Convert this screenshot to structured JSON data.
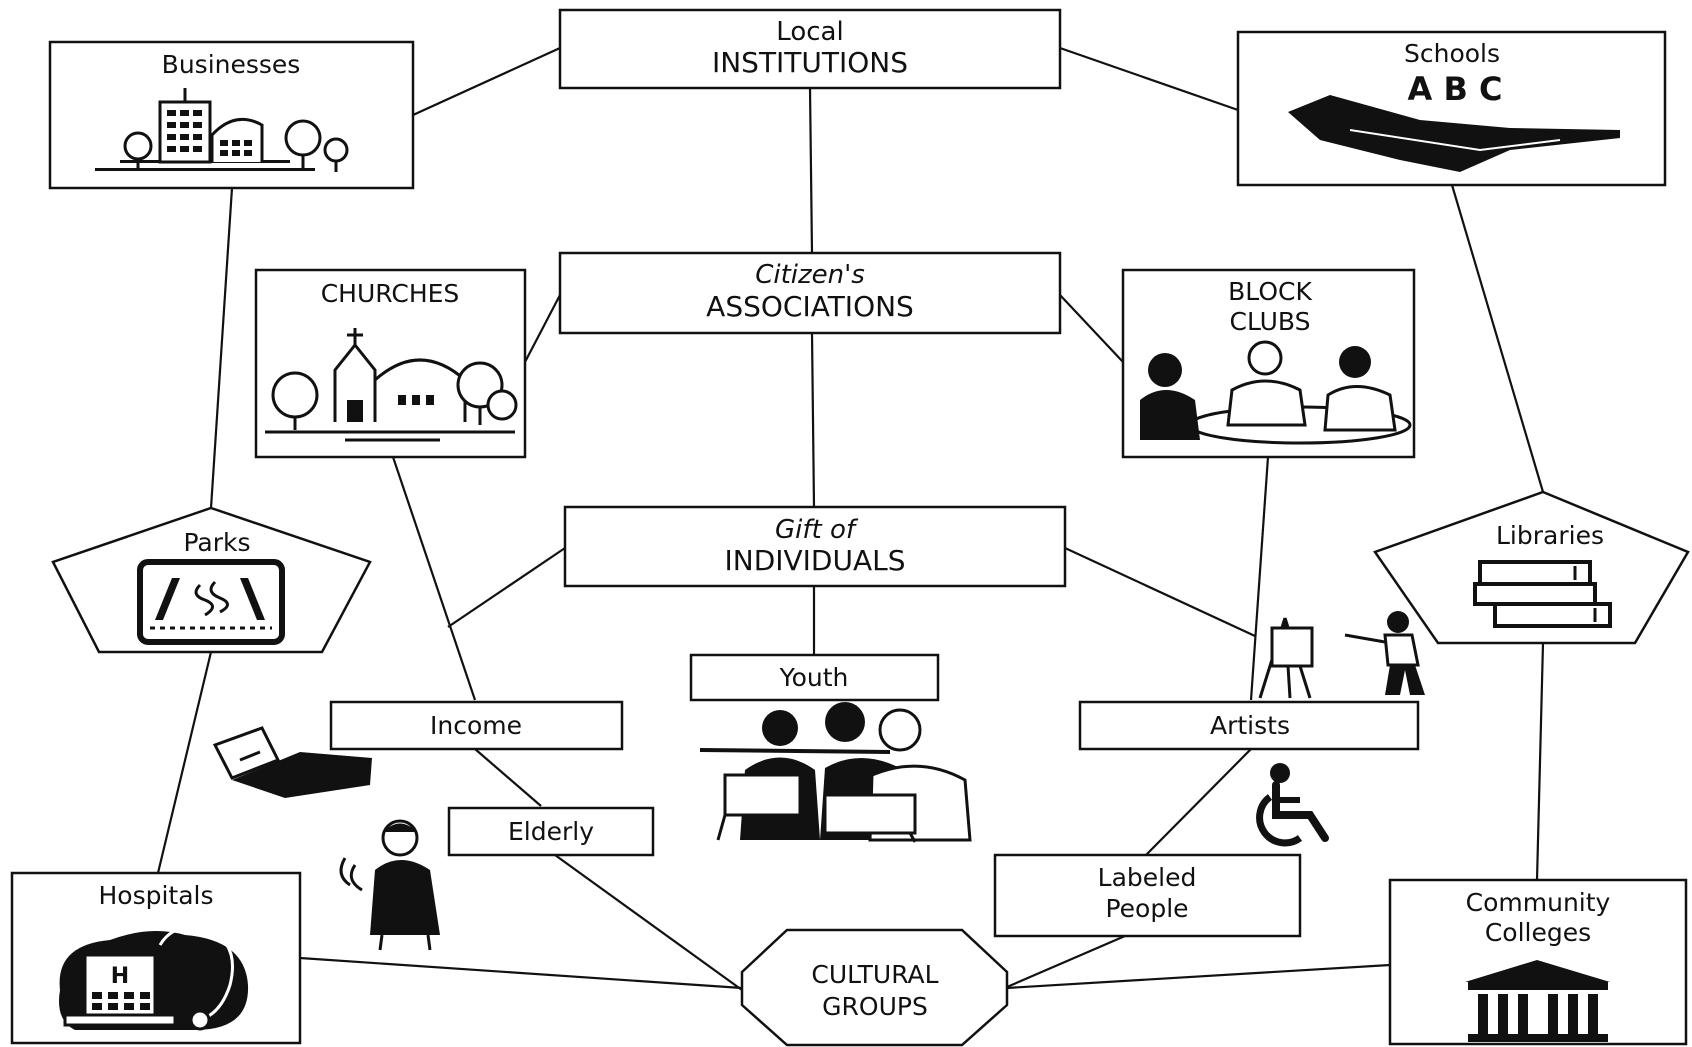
{
  "nodes": {
    "local_institutions": {
      "line1": "Local",
      "line2": "INSTITUTIONS"
    },
    "businesses": {
      "label": "Businesses"
    },
    "schools": {
      "label": "Schools",
      "icon_text": "A B C"
    },
    "citizens_associations": {
      "line1": "Citizen's",
      "line2": "ASSOCIATIONS"
    },
    "churches": {
      "label": "CHURCHES"
    },
    "block_clubs": {
      "line1": "BLOCK",
      "line2": "CLUBS"
    },
    "gift_of_individuals": {
      "line1": "Gift of",
      "line2": "INDIVIDUALS"
    },
    "parks": {
      "label": "Parks"
    },
    "libraries": {
      "label": "Libraries"
    },
    "youth": {
      "label": "Youth"
    },
    "income": {
      "label": "Income"
    },
    "artists": {
      "label": "Artists"
    },
    "elderly": {
      "label": "Elderly"
    },
    "labeled_people": {
      "line1": "Labeled",
      "line2": "People"
    },
    "hospitals": {
      "label": "Hospitals",
      "icon_text": "H"
    },
    "community_colleges": {
      "line1": "Community",
      "line2": "Colleges"
    },
    "cultural_groups": {
      "line1": "CULTURAL",
      "line2": "GROUPS"
    }
  },
  "icons": [
    "city-buildings-icon",
    "abc-books-icon",
    "church-icon",
    "people-meeting-icon",
    "park-sign-icon",
    "stacked-books-icon",
    "musicians-icon",
    "money-wallet-icon",
    "painter-easel-icon",
    "wheelchair-icon",
    "elderly-woman-icon",
    "hospital-stethoscope-icon",
    "college-building-icon"
  ]
}
